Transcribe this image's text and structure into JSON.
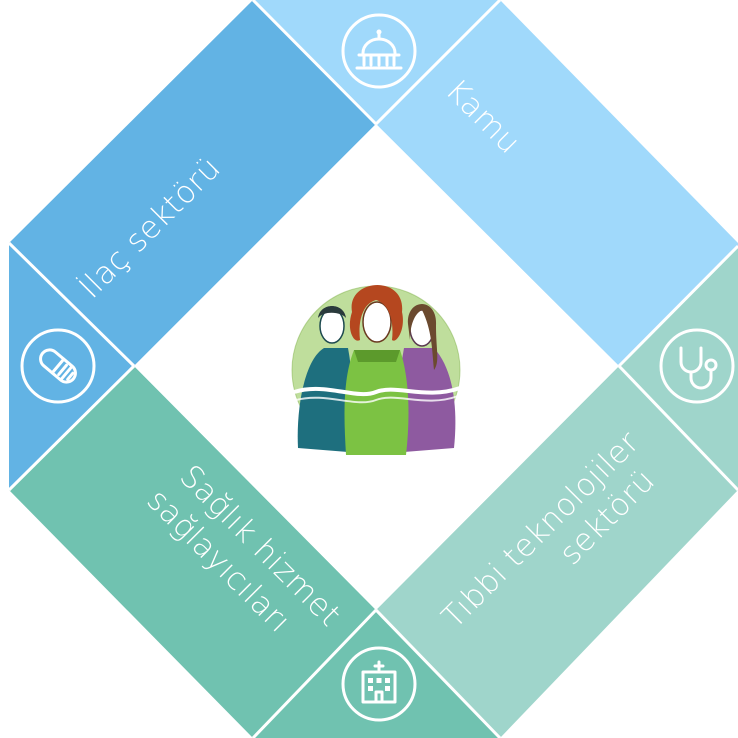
{
  "sectors": {
    "top_left": {
      "label": "İlaç sektörü",
      "color": "#62b3e4"
    },
    "top_right": {
      "label": "Kamu",
      "color": "#a0d9fb"
    },
    "bottom_left": {
      "label_lines": [
        "Sağlık hizmet",
        "sağlayıcıları"
      ],
      "color": "#70c2b0"
    },
    "bottom_right": {
      "label_lines": [
        "Tıbbi teknolojiler",
        "sektörü"
      ],
      "color": "#9fd5cb"
    }
  },
  "icons": {
    "top": "government-building-icon",
    "left": "pill-icon",
    "right": "stethoscope-icon",
    "bottom": "hospital-icon"
  },
  "center": {
    "illustration": "people-holding-hands-icon"
  }
}
